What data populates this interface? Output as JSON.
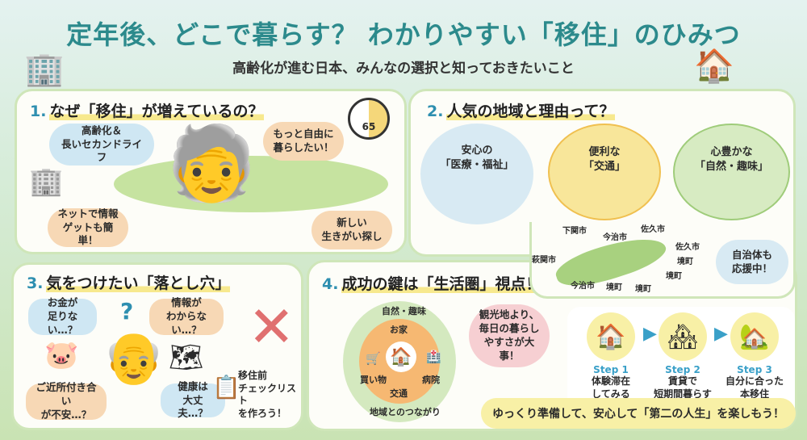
{
  "header": {
    "title": "定年後、どこで暮らす？ わかりやすい「移住」のひみつ",
    "subtitle": "高齢化が進む日本、みんなの選択と知っておきたいこと"
  },
  "section1": {
    "number": "1.",
    "title": "なぜ「移住」が増えているの？",
    "clock_label": "65",
    "bubbles": [
      "高齢化＆\n長いセカンドライフ",
      "もっと自由に\n暮らしたい！",
      "ネットで情報\nゲットも簡単！",
      "新しい\n生きがい探し"
    ]
  },
  "section2": {
    "number": "2.",
    "title": "人気の地域と理由って？",
    "reasons": [
      "安心の\n「医療・福祉」",
      "便利な\n「交通」",
      "心豊かな\n「自然・趣味」"
    ],
    "map_labels": [
      "下関市",
      "今治市",
      "佐久市",
      "萩関市",
      "今治市",
      "境町",
      "境町",
      "佐久市",
      "境町",
      "境町"
    ],
    "support_bubble": "自治体も\n応援中！"
  },
  "section3": {
    "number": "3.",
    "title": "気をつけたい「落とし穴」",
    "bubbles": [
      "お金が\n足りない…？",
      "情報が\nわからない…？",
      "ご近所付き合い\nが不安…？",
      "健康は\n大丈夫…？"
    ],
    "checklist": "移住前\nチェックリスト\nを作ろう！"
  },
  "section4": {
    "number": "4.",
    "title": "成功の鍵は「生活圏」視点！",
    "outer_top": "自然・趣味",
    "outer_bottom": "地域とのつながり",
    "inner_top": "お家",
    "inner_bottom": "交通",
    "inner_left": "買い物",
    "inner_right": "病院",
    "bubble": "観光地より、\n毎日の暮らし\nやすさが大事！",
    "steps": [
      {
        "label": "Step 1",
        "text": "体験滞在\nしてみる"
      },
      {
        "label": "Step 2",
        "text": "賃貸で\n短期間暮らす"
      },
      {
        "label": "Step 3",
        "text": "自分に合った\n本移住"
      }
    ],
    "footer": "ゆっくり準備して、安心して「第二の人生」を楽しもう！"
  }
}
